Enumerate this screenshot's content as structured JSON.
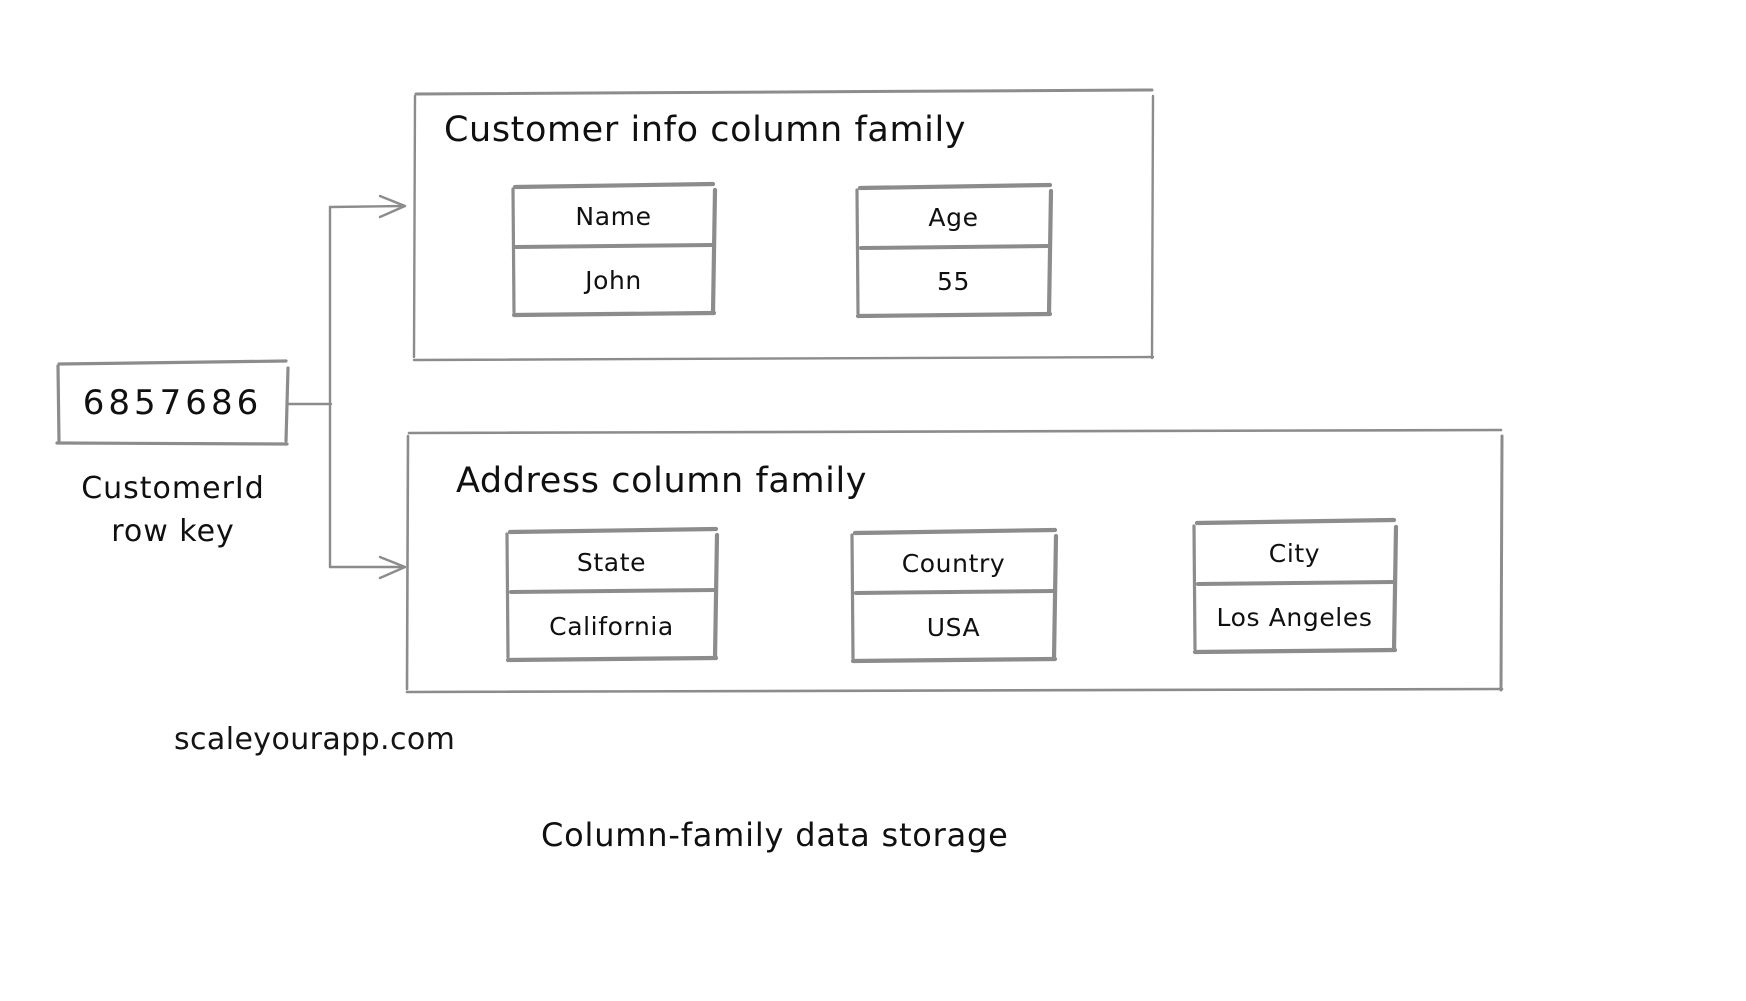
{
  "diagram": {
    "caption": "Column-family data storage",
    "watermark": "scaleyourapp.com",
    "stroke_color": "#8c8c8c",
    "ink_color": "#1a1a1a",
    "background_color": "#ffffff"
  },
  "row_key": {
    "value": "6857686",
    "caption_line1": "CustomerId",
    "caption_line2": "row key"
  },
  "column_families": [
    {
      "title": "Customer info column family",
      "cells": [
        {
          "header": "Name",
          "value": "John"
        },
        {
          "header": "Age",
          "value": "55"
        }
      ]
    },
    {
      "title": "Address column family",
      "cells": [
        {
          "header": "State",
          "value": "California"
        },
        {
          "header": "Country",
          "value": "USA"
        },
        {
          "header": "City",
          "value": "Los Angeles"
        }
      ]
    }
  ],
  "connectors": [
    {
      "label": "arrow-to-customer-info-family"
    },
    {
      "label": "arrow-to-address-family"
    }
  ]
}
